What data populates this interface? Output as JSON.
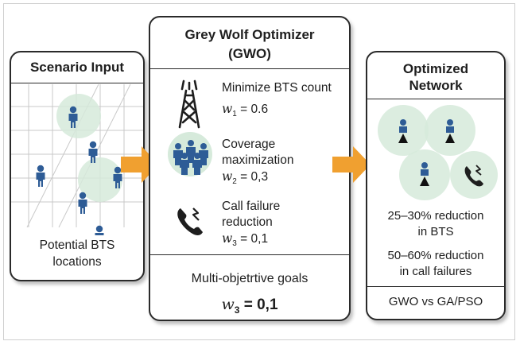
{
  "scenario": {
    "title": "Scenario Input",
    "caption_line1": "Potential BTS",
    "caption_line2": "locations"
  },
  "gwo": {
    "title_line1": "Grey Wolf Optimizer",
    "title_line2": "(GWO)",
    "objectives": [
      {
        "icon": "bts-tower-icon",
        "line1": "Minimize BTS count",
        "line2": "",
        "line3": "",
        "w_sym": "w",
        "w_sub": "1",
        "w_val": "= 0.6"
      },
      {
        "icon": "people-group-icon",
        "line1": "Coverage",
        "line2": "maximization",
        "line3": "",
        "w_sym": "w",
        "w_sub": "2",
        "w_val": "= 0,3"
      },
      {
        "icon": "phone-icon",
        "line1": "Call failure",
        "line2": "reduction",
        "line3": "",
        "w_sym": "w",
        "w_sub": "3",
        "w_val": "= 0,1"
      }
    ],
    "goals": "Multi-objetrtive goals",
    "final_w_sym": "w",
    "final_w_sub": "3",
    "final_w_val": "= 0,1"
  },
  "optimized": {
    "title_line1": "Optimized",
    "title_line2": "Network",
    "result1_line1": "25–30% reduction",
    "result1_line2": "in BTS",
    "result2_line1": "50–60% reduction",
    "result2_line2": "in call failures",
    "comparison": "GWO vs GA/PSO"
  },
  "colors": {
    "arrow": "#f0a030",
    "person": "#2e5c96",
    "coverage": "#d6eadb",
    "panel_border": "#2a2a2a"
  }
}
